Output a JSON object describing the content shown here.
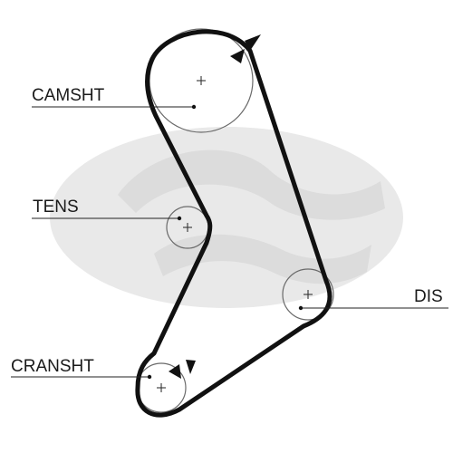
{
  "labels": {
    "camshaft": "CAMSHT",
    "tensioner": "TENS",
    "distributor": "DIS",
    "crankshaft": "CRANSHT"
  },
  "icons": {
    "watermark": "gates-logo-watermark-icon",
    "direction": "rotation-direction-arrow-icon"
  },
  "colors": {
    "background": "#ffffff",
    "belt": "#111111",
    "pulley_outline": "#6a6a6a",
    "watermark": "#e4e4e4",
    "text": "#1a1a1a"
  }
}
